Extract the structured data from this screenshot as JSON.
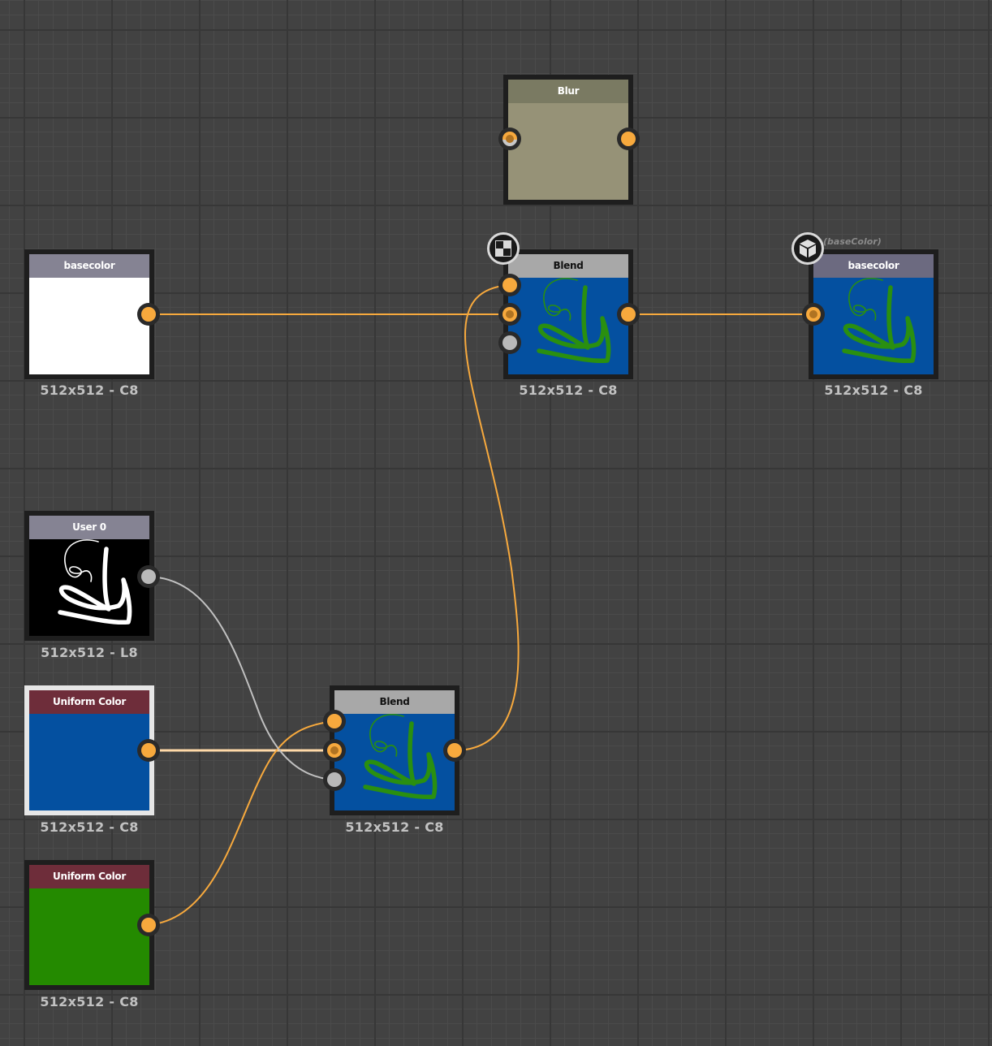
{
  "graph": {
    "nodes": [
      {
        "id": "blur",
        "title": "Blur",
        "caption": "",
        "header_color": "#7a7a62",
        "header_text_color": "#ffffff",
        "body_color": "#969277",
        "thumbnail": "flat"
      },
      {
        "id": "blend_top",
        "title": "Blend",
        "caption": "512x512 - C8",
        "header_color": "#a8a8a8",
        "header_text_color": "#111111",
        "body_color": "#0450a0",
        "thumbnail": "scribble-green"
      },
      {
        "id": "output_basecolor",
        "title": "basecolor",
        "caption": "512x512 - C8",
        "header_color": "#6c6a80",
        "header_text_color": "#ffffff",
        "body_color": "#0450a0",
        "thumbnail": "scribble-green",
        "output_label": "(baseColor)"
      },
      {
        "id": "input_basecolor",
        "title": "basecolor",
        "caption": "512x512 - C8",
        "header_color": "#858393",
        "header_text_color": "#ffffff",
        "body_color": "#ffffff",
        "thumbnail": "flat"
      },
      {
        "id": "user0",
        "title": "User 0",
        "caption": "512x512 - L8",
        "header_color": "#858393",
        "header_text_color": "#ffffff",
        "body_color": "#000000",
        "thumbnail": "scribble-white"
      },
      {
        "id": "uniform_blue",
        "title": "Uniform Color",
        "caption": "512x512 - C8",
        "header_color": "#6e2d3a",
        "header_text_color": "#ffffff",
        "body_color": "#0450a0",
        "thumbnail": "flat",
        "selected": true
      },
      {
        "id": "blend_bottom",
        "title": "Blend",
        "caption": "512x512 - C8",
        "header_color": "#a8a8a8",
        "header_text_color": "#111111",
        "body_color": "#0450a0",
        "thumbnail": "scribble-green"
      },
      {
        "id": "uniform_green",
        "title": "Uniform Color",
        "caption": "512x512 - C8",
        "header_color": "#6e2d3a",
        "header_text_color": "#ffffff",
        "body_color": "#248a00",
        "thumbnail": "flat"
      }
    ],
    "connections": [
      {
        "from": "input_basecolor.output",
        "to": "blend_top.background",
        "color": "#f7a93d"
      },
      {
        "from": "blend_bottom.output",
        "to": "blend_top.foreground",
        "color": "#f7a93d"
      },
      {
        "from": "blend_top.output",
        "to": "output_basecolor.input",
        "color": "#f7a93d"
      },
      {
        "from": "uniform_blue.output",
        "to": "blend_bottom.background",
        "color": "#ffd9a8"
      },
      {
        "from": "uniform_green.output",
        "to": "blend_bottom.foreground",
        "color": "#f7a93d"
      },
      {
        "from": "user0.output",
        "to": "blend_bottom.opacity",
        "color": "#c0c0c0"
      }
    ],
    "badges": [
      {
        "node": "blend_top",
        "icon": "checker-icon"
      },
      {
        "node": "output_basecolor",
        "icon": "cube-icon"
      }
    ]
  },
  "colors": {
    "canvas_bg": "#424242",
    "port_color": "#f7a93d",
    "port_grayscale": "#b9b9b9",
    "caption_text": "#c2c2c2"
  }
}
